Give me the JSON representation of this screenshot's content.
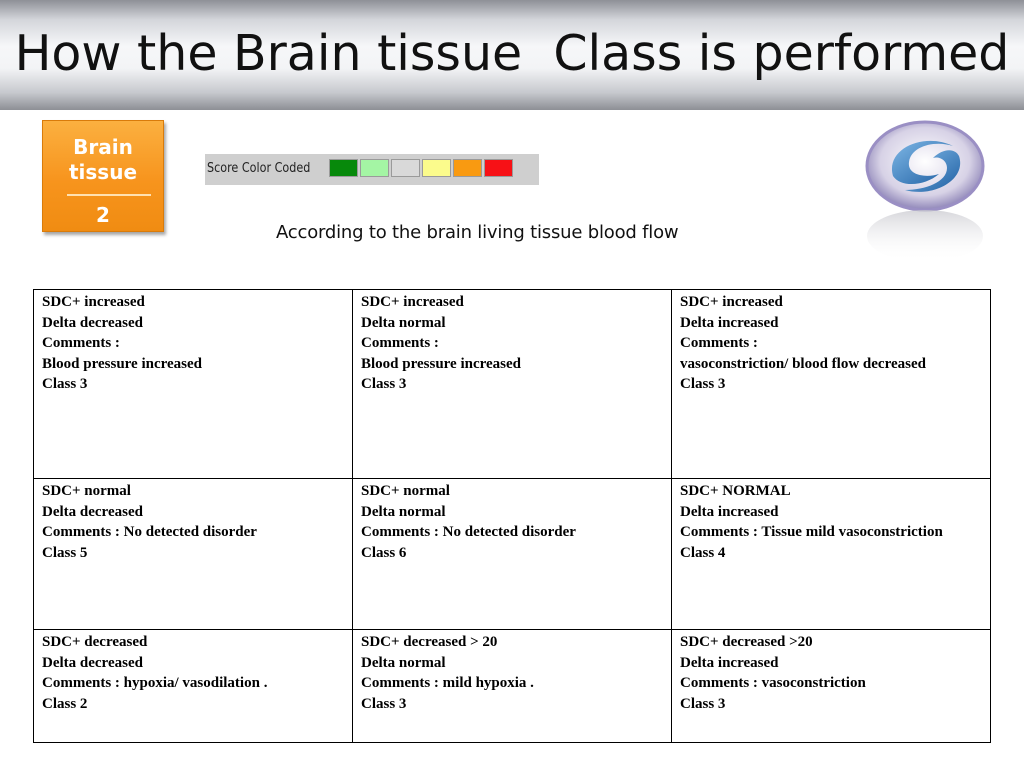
{
  "title": "How the Brain tissue  Class is performed",
  "badge": {
    "line1": "Brain",
    "line2": "tissue",
    "line3": "2"
  },
  "score_legend": {
    "label": "Score Color Coded",
    "colors": [
      "#07890b",
      "#a4f5a4",
      "#d9d9d9",
      "#fbfb8c",
      "#f99a11",
      "#f71116"
    ]
  },
  "subtitle": "According to the brain living tissue blood flow",
  "logo": {
    "icon": "s-swoosh-logo-icon"
  },
  "table": {
    "rows": [
      [
        [
          "SDC+ increased",
          "Delta decreased",
          "Comments :",
          "Blood pressure increased",
          "Class 3"
        ],
        [
          "SDC+ increased",
          "Delta normal",
          "Comments :",
          "Blood pressure increased",
          "Class 3"
        ],
        [
          "SDC+ increased",
          "Delta increased",
          "Comments :",
          "vasoconstriction/ blood flow decreased",
          "Class  3"
        ]
      ],
      [
        [
          "SDC+ normal",
          "Delta decreased",
          "Comments : No detected disorder",
          "Class 5"
        ],
        [
          "SDC+ normal",
          "Delta normal",
          "Comments : No detected disorder",
          "Class 6"
        ],
        [
          "SDC+ NORMAL",
          "Delta increased",
          "Comments : Tissue mild vasoconstriction",
          "Class 4"
        ]
      ],
      [
        [
          "SDC+ decreased",
          "Delta decreased",
          "Comments : hypoxia/ vasodilation .",
          "Class 2"
        ],
        [
          "SDC+ decreased > 20",
          "Delta normal",
          "Comments : mild hypoxia .",
          "Class  3"
        ],
        [
          "SDC+ decreased >20",
          "Delta increased",
          "Comments : vasoconstriction",
          "Class  3"
        ]
      ]
    ]
  }
}
